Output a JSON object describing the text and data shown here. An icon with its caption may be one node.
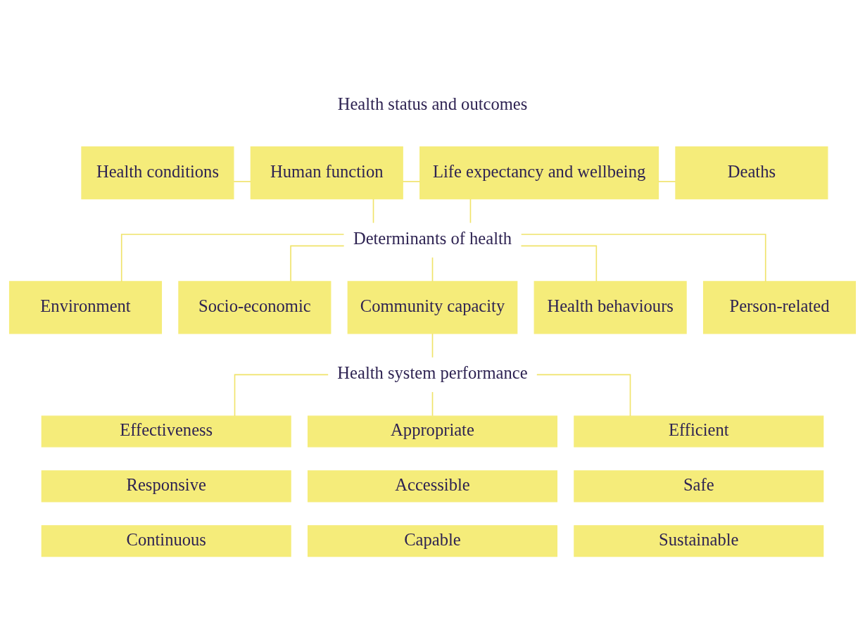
{
  "diagram": {
    "nodes": [
      {
        "text": [
          "Health conditions"
        ]
      },
      {
        "text": [
          "Human function"
        ]
      },
      {
        "text": [
          "Life expectancy and wellbeing"
        ]
      },
      {
        "text": [
          "Deaths"
        ]
      },
      {
        "text": [
          "Determinants of health"
        ]
      },
      {
        "text": [
          "Environment"
        ]
      },
      {
        "text": [
          "Socio-economic"
        ]
      },
      {
        "text": [
          "Community capacity"
        ]
      },
      {
        "text": [
          "Health behaviours"
        ]
      },
      {
        "text": [
          "Person-related"
        ]
      },
      {
        "text": [
          "Health system performance"
        ]
      },
      {
        "text": [
          "Effectiveness"
        ]
      },
      {
        "text": [
          "Appropriate"
        ]
      },
      {
        "text": [
          "Efficient"
        ]
      },
      {
        "text": [
          "Responsive"
        ]
      },
      {
        "text": [
          "Accessible"
        ]
      },
      {
        "text": [
          "Safe"
        ]
      },
      {
        "text": [
          "Continuous"
        ]
      },
      {
        "text": [
          "Capable"
        ]
      },
      {
        "text": [
          "Sustainable"
        ]
      }
    ],
    "edges": [
      {
        "from": 0,
        "to": 1,
        "arrow": "none"
      },
      {
        "from": 1,
        "to": 2,
        "arrow": "none"
      },
      {
        "from": 2,
        "to": 3,
        "arrow": "none"
      },
      {
        "from": 1,
        "to": 4,
        "arrow": "none"
      },
      {
        "from": 2,
        "to": 4,
        "arrow": "none"
      },
      {
        "from": 4,
        "to": 5,
        "arrow": "none"
      },
      {
        "from": 4,
        "to": 6,
        "arrow": "none"
      },
      {
        "from": 4,
        "to": 7,
        "arrow": "none"
      },
      {
        "from": 4,
        "to": 8,
        "arrow": "none"
      },
      {
        "from": 4,
        "to": 9,
        "arrow": "none"
      },
      {
        "from": 7,
        "to": 10,
        "arrow": "none"
      },
      {
        "from": 10,
        "to": 11,
        "arrow": "none"
      },
      {
        "from": 10,
        "to": 12,
        "arrow": "none"
      },
      {
        "from": 10,
        "to": 13,
        "arrow": "none"
      }
    ],
    "labels": [
      "Health status and outcomes"
    ]
  }
}
